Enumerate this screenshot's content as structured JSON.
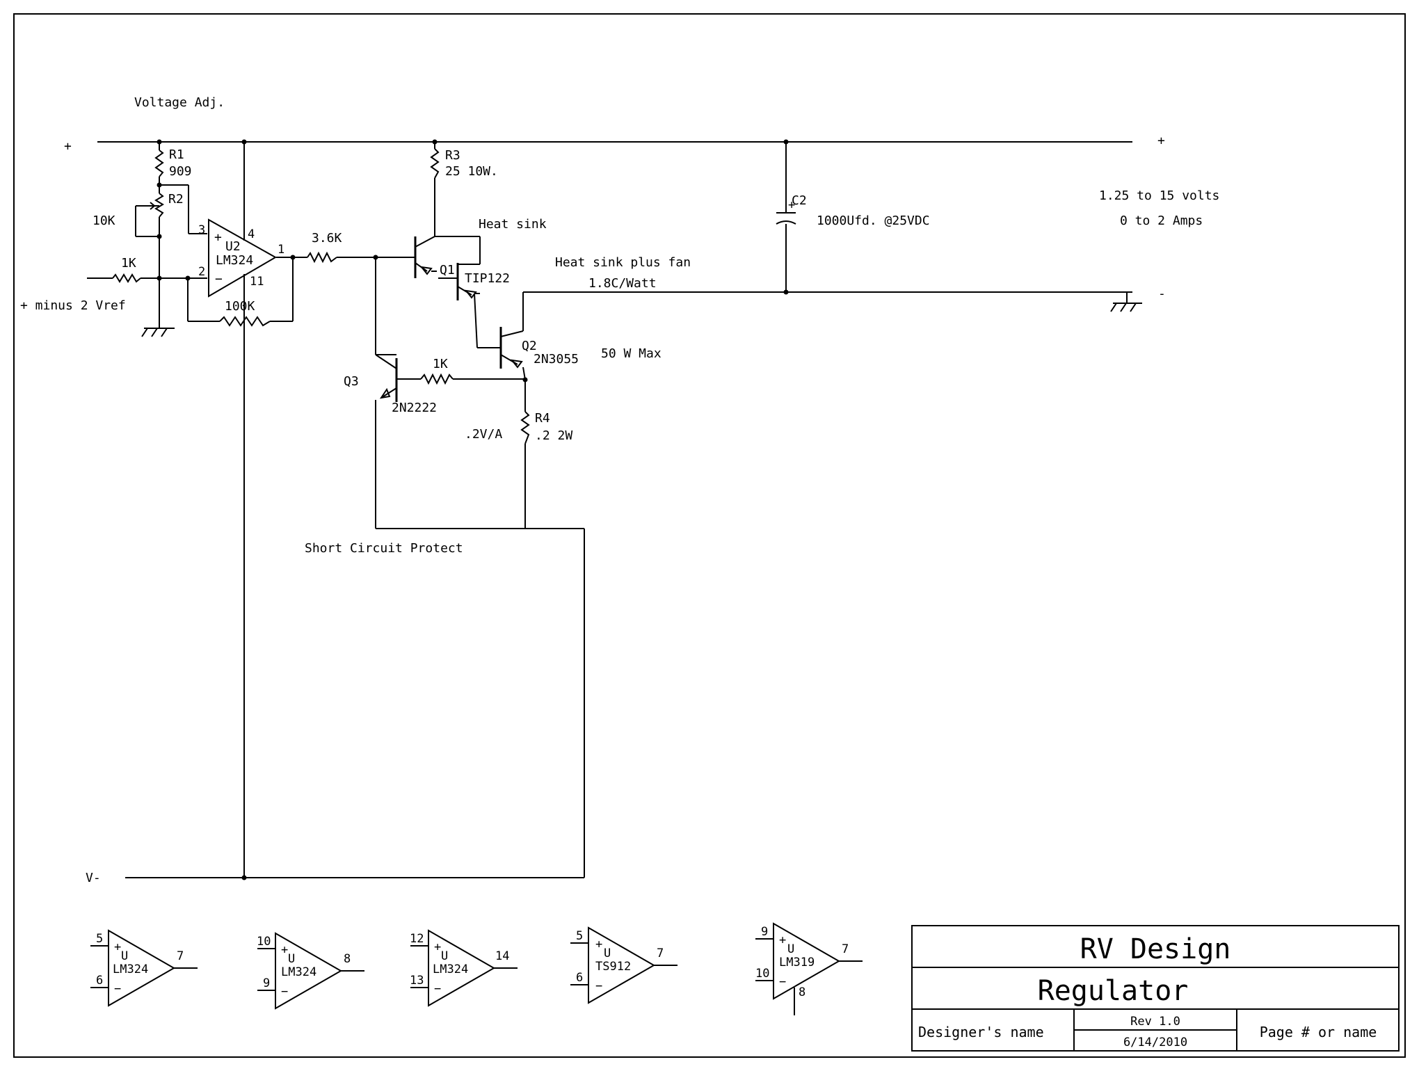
{
  "labels": {
    "voltage_adj": "Voltage Adj.",
    "plus_in": "+",
    "plus_out": "+",
    "minus_out": "-",
    "output_range": "1.25 to 15 volts",
    "output_current": "0 to 2 Amps",
    "heat_sink": "Heat sink",
    "heat_sink_fan": "Heat sink plus fan",
    "thermal": "1.8C/Watt",
    "max_power": "50 W Max",
    "vref": "+ minus 2 Vref",
    "short_circuit": "Short Circuit Protect",
    "v_minus": "V-",
    "sense": ".2V/A"
  },
  "components": {
    "r1": {
      "ref": "R1",
      "value": "909"
    },
    "r2": {
      "ref": "R2",
      "value": "10K"
    },
    "r_in": {
      "value": "1K"
    },
    "r_fb": {
      "value": "100K"
    },
    "r_base": {
      "value": "3.6K"
    },
    "r3": {
      "ref": "R3",
      "value": "25 10W."
    },
    "r_q3": {
      "value": "1K"
    },
    "r4": {
      "ref": "R4",
      "value": ".2 2W"
    },
    "c2": {
      "ref": "C2",
      "value": "1000Ufd. @25VDC"
    },
    "u2": {
      "ref": "U2",
      "part": "LM324",
      "pins": {
        "noninv": "3",
        "inv": "2",
        "out": "1",
        "vcc": "4",
        "gnd": "11"
      }
    },
    "q1": {
      "ref": "Q1",
      "part": "TIP122"
    },
    "q2": {
      "ref": "Q2",
      "part": "2N3055"
    },
    "q3": {
      "ref": "Q3",
      "part": "2N2222"
    }
  },
  "spare_units": [
    {
      "part": "LM324",
      "ref": "U",
      "in_plus": "5",
      "in_minus": "6",
      "out": "7",
      "extra": ""
    },
    {
      "part": "LM324",
      "ref": "U",
      "in_plus": "10",
      "in_minus": "9",
      "out": "8",
      "extra": ""
    },
    {
      "part": "LM324",
      "ref": "U",
      "in_plus": "12",
      "in_minus": "13",
      "out": "14",
      "extra": ""
    },
    {
      "part": "TS912",
      "ref": "U",
      "in_plus": "5",
      "in_minus": "6",
      "out": "7",
      "extra": ""
    },
    {
      "part": "LM319",
      "ref": "U",
      "in_plus": "9",
      "in_minus": "10",
      "out": "7",
      "extra": "8"
    }
  ],
  "title_block": {
    "company": "RV Design",
    "title": "Regulator",
    "designer": "Designer's name",
    "rev": "Rev 1.0",
    "date": "6/14/2010",
    "page": "Page # or name"
  }
}
